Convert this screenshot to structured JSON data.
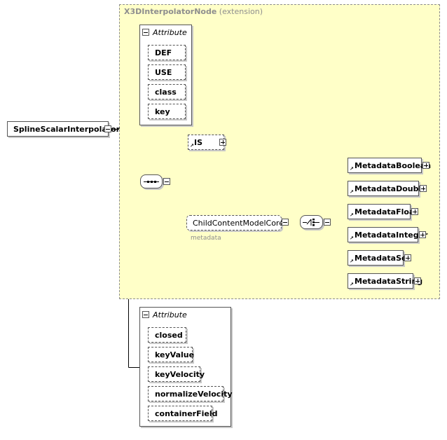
{
  "extension": {
    "name": "X3DInterpolatorNode",
    "suffix": "(extension)",
    "attribute_group": {
      "heading": "Attribute",
      "attributes": [
        "DEF",
        "USE",
        "class",
        "key"
      ]
    },
    "is_element": "IS",
    "group": {
      "name": "ChildContentModelCore",
      "sublabel": "metadata",
      "choices": [
        "MetadataBoolean",
        "MetadataDouble",
        "MetadataFloat",
        "MetadataInteger",
        "MetadataSet",
        "MetadataString"
      ]
    }
  },
  "root": {
    "name": "SplineScalarInterpolator"
  },
  "own_attributes": {
    "heading": "Attribute",
    "attributes": [
      "closed",
      "keyValue",
      "keyVelocity",
      "normalizeVelocity",
      "containerField"
    ]
  },
  "colors": {
    "extension_fill": "#ffffc8",
    "border": "#555555",
    "muted_text": "#8e8e8e"
  }
}
